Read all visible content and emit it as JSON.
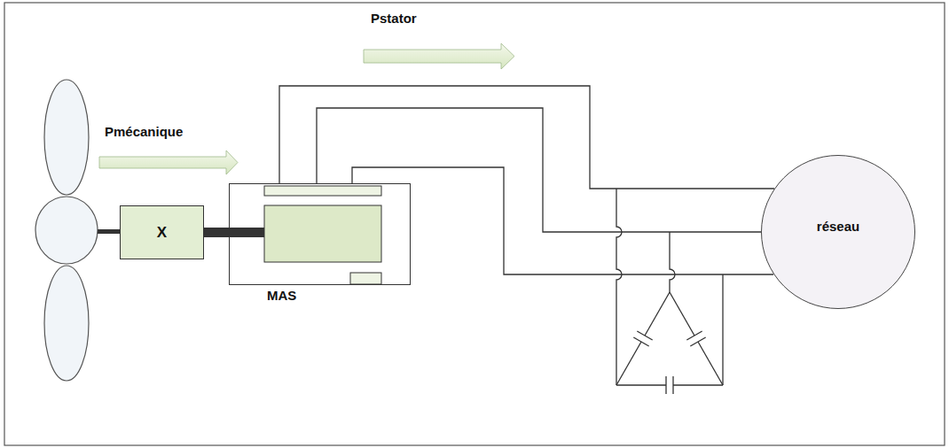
{
  "diagram": {
    "nodes": [
      {
        "text": [
          "X"
        ]
      },
      {
        "text": [
          "MAS"
        ]
      },
      {
        "text": [
          "réseau"
        ]
      }
    ],
    "edges": [
      {
        "from": 0,
        "to": 1,
        "arrow": "none"
      },
      {
        "from": 1,
        "to": 2,
        "arrow": "none"
      }
    ],
    "labels": [
      "Pstator",
      "Pmécanique"
    ]
  }
}
